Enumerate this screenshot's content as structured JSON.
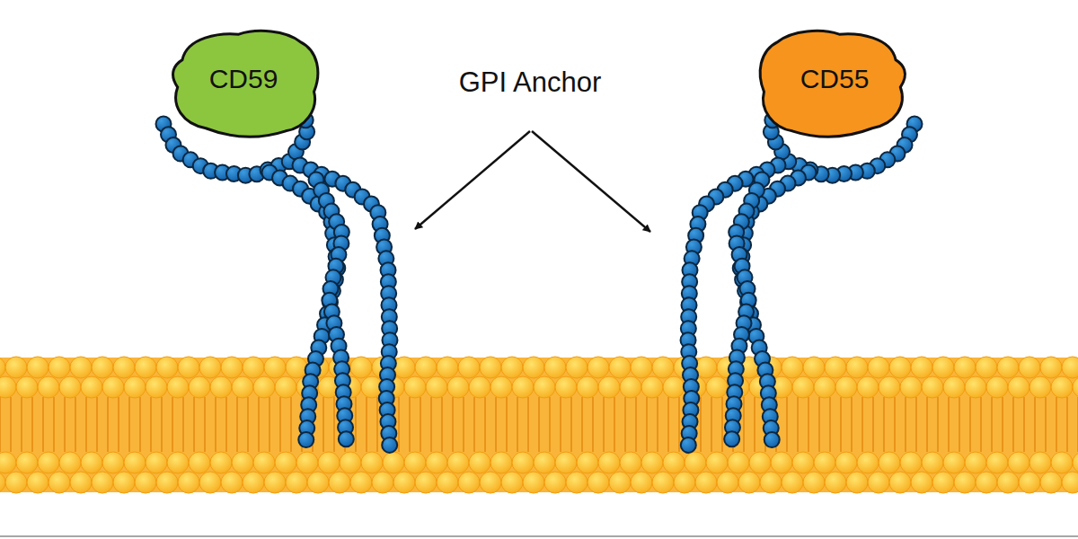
{
  "diagram": {
    "nodes": [
      {
        "text": [
          "CD59"
        ]
      },
      {
        "text": [
          "CD55"
        ]
      }
    ],
    "labels": [
      "GPI Anchor"
    ]
  }
}
